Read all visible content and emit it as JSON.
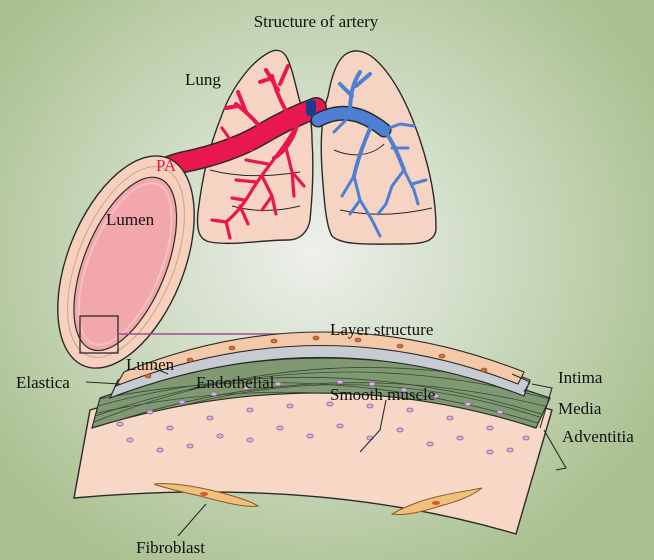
{
  "title": "Structure of artery",
  "labels": {
    "lung": "Lung",
    "pa": "PA",
    "lumen_top": "Lumen",
    "layer_structure": "Layer structure",
    "lumen_detail": "Lumen",
    "elastica": "Elastica",
    "endothelial": "Endothelial",
    "smooth_muscle": "Smooth muscle",
    "intima": "Intima",
    "media": "Media",
    "adventitia": "Adventitia",
    "fibroblast": "Fibroblast"
  },
  "colors": {
    "artery_red": "#e8174d",
    "vein_blue": "#4f7fd3",
    "lung_fill": "#f6d4c4",
    "lumen_fill": "#f2a7ad",
    "callout_line": "#9b4f8e",
    "muscle_green": "#6f8a64",
    "elastica_gray": "#c9cbd3"
  }
}
